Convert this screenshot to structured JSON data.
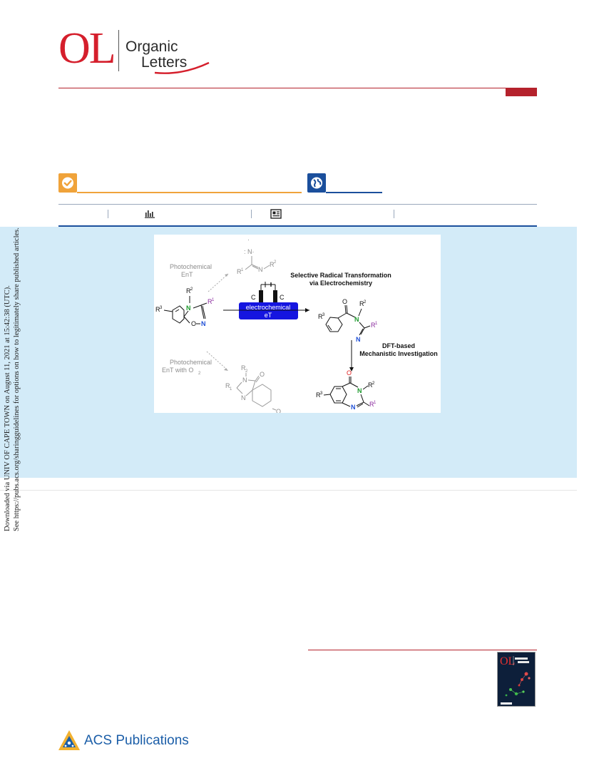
{
  "header": {
    "logo_abbrev": "OL",
    "logo_word1": "Organic",
    "logo_word2": "Letters"
  },
  "toc_graphic": {
    "photo_top_label_1": "Photochemical",
    "photo_top_label_2": "EnT",
    "photo_bottom_label_1": "Photochemical",
    "photo_bottom_label_2": "EnT with O",
    "photo_bottom_label_sub": "2",
    "selective_title_1": "Selective Radical Transformation",
    "selective_title_2": "via Electrochemistry",
    "electrode_left": "C",
    "electrode_right": "C",
    "electro_label_1": "electrochemical",
    "electro_label_2": "eT",
    "dft_label_1": "DFT-based",
    "dft_label_2": "Mechanistic Investigation",
    "atom_N": "N",
    "atom_O": "O",
    "atom_R": "R",
    "sup_1": "1",
    "sup_2": "2",
    "sup_3": "3",
    "ring_O_N": "O–N",
    "colors": {
      "nitrogen_green": "#1e9a2e",
      "nitrogen_blue": "#1f4fd6",
      "r1_purple": "#8a2a9e",
      "carbonyl_red": "#e02020",
      "electro_box": "#1515e0"
    }
  },
  "side_note": {
    "line1": "Downloaded via UNIV OF CAPE TOWN on August 11, 2021 at 15:42:38 (UTC).",
    "line2": "See https://pubs.acs.org/sharingguidelines for options on how to legitimately share published articles."
  },
  "footer": {
    "publisher": "ACS Publications"
  }
}
